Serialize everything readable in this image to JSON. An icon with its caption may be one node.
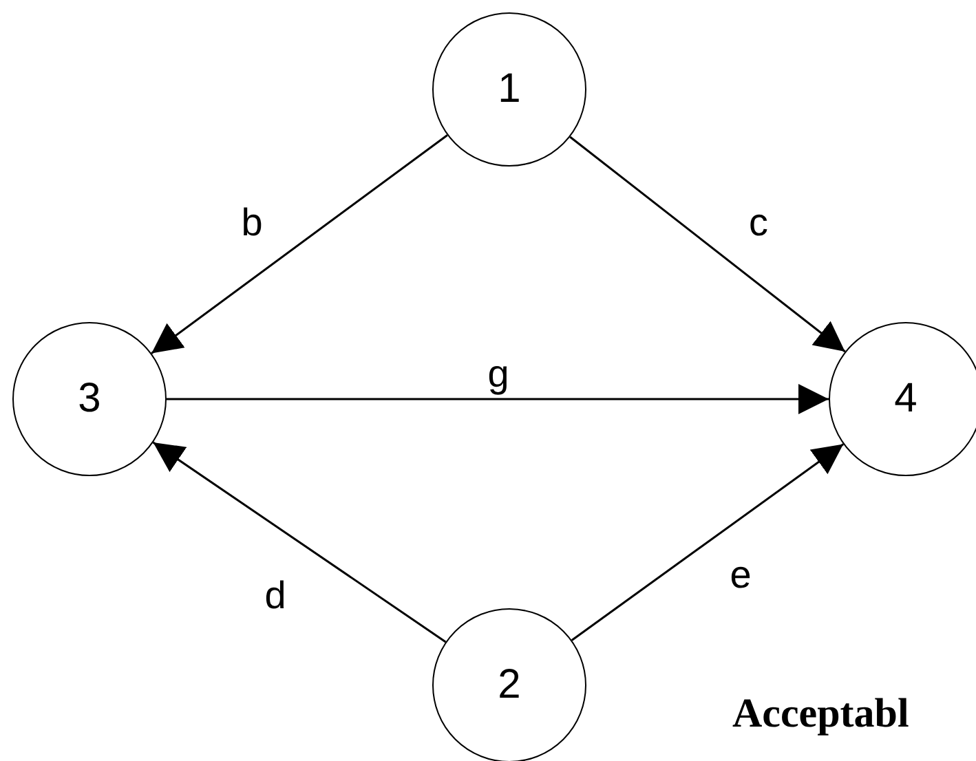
{
  "diagram": {
    "nodes": [
      {
        "text": [
          "1"
        ]
      },
      {
        "text": [
          "3"
        ]
      },
      {
        "text": [
          "4"
        ]
      },
      {
        "text": [
          "2"
        ]
      }
    ],
    "edges": [
      {
        "from": 0,
        "to": 1,
        "label": "b",
        "arrow": "to"
      },
      {
        "from": 0,
        "to": 2,
        "label": "c",
        "arrow": "to"
      },
      {
        "from": 1,
        "to": 2,
        "label": "g",
        "arrow": "to"
      },
      {
        "from": 3,
        "to": 1,
        "label": "d",
        "arrow": "to"
      },
      {
        "from": 3,
        "to": 2,
        "label": "e",
        "arrow": "to"
      }
    ],
    "labels": [
      "Acceptabl"
    ]
  }
}
